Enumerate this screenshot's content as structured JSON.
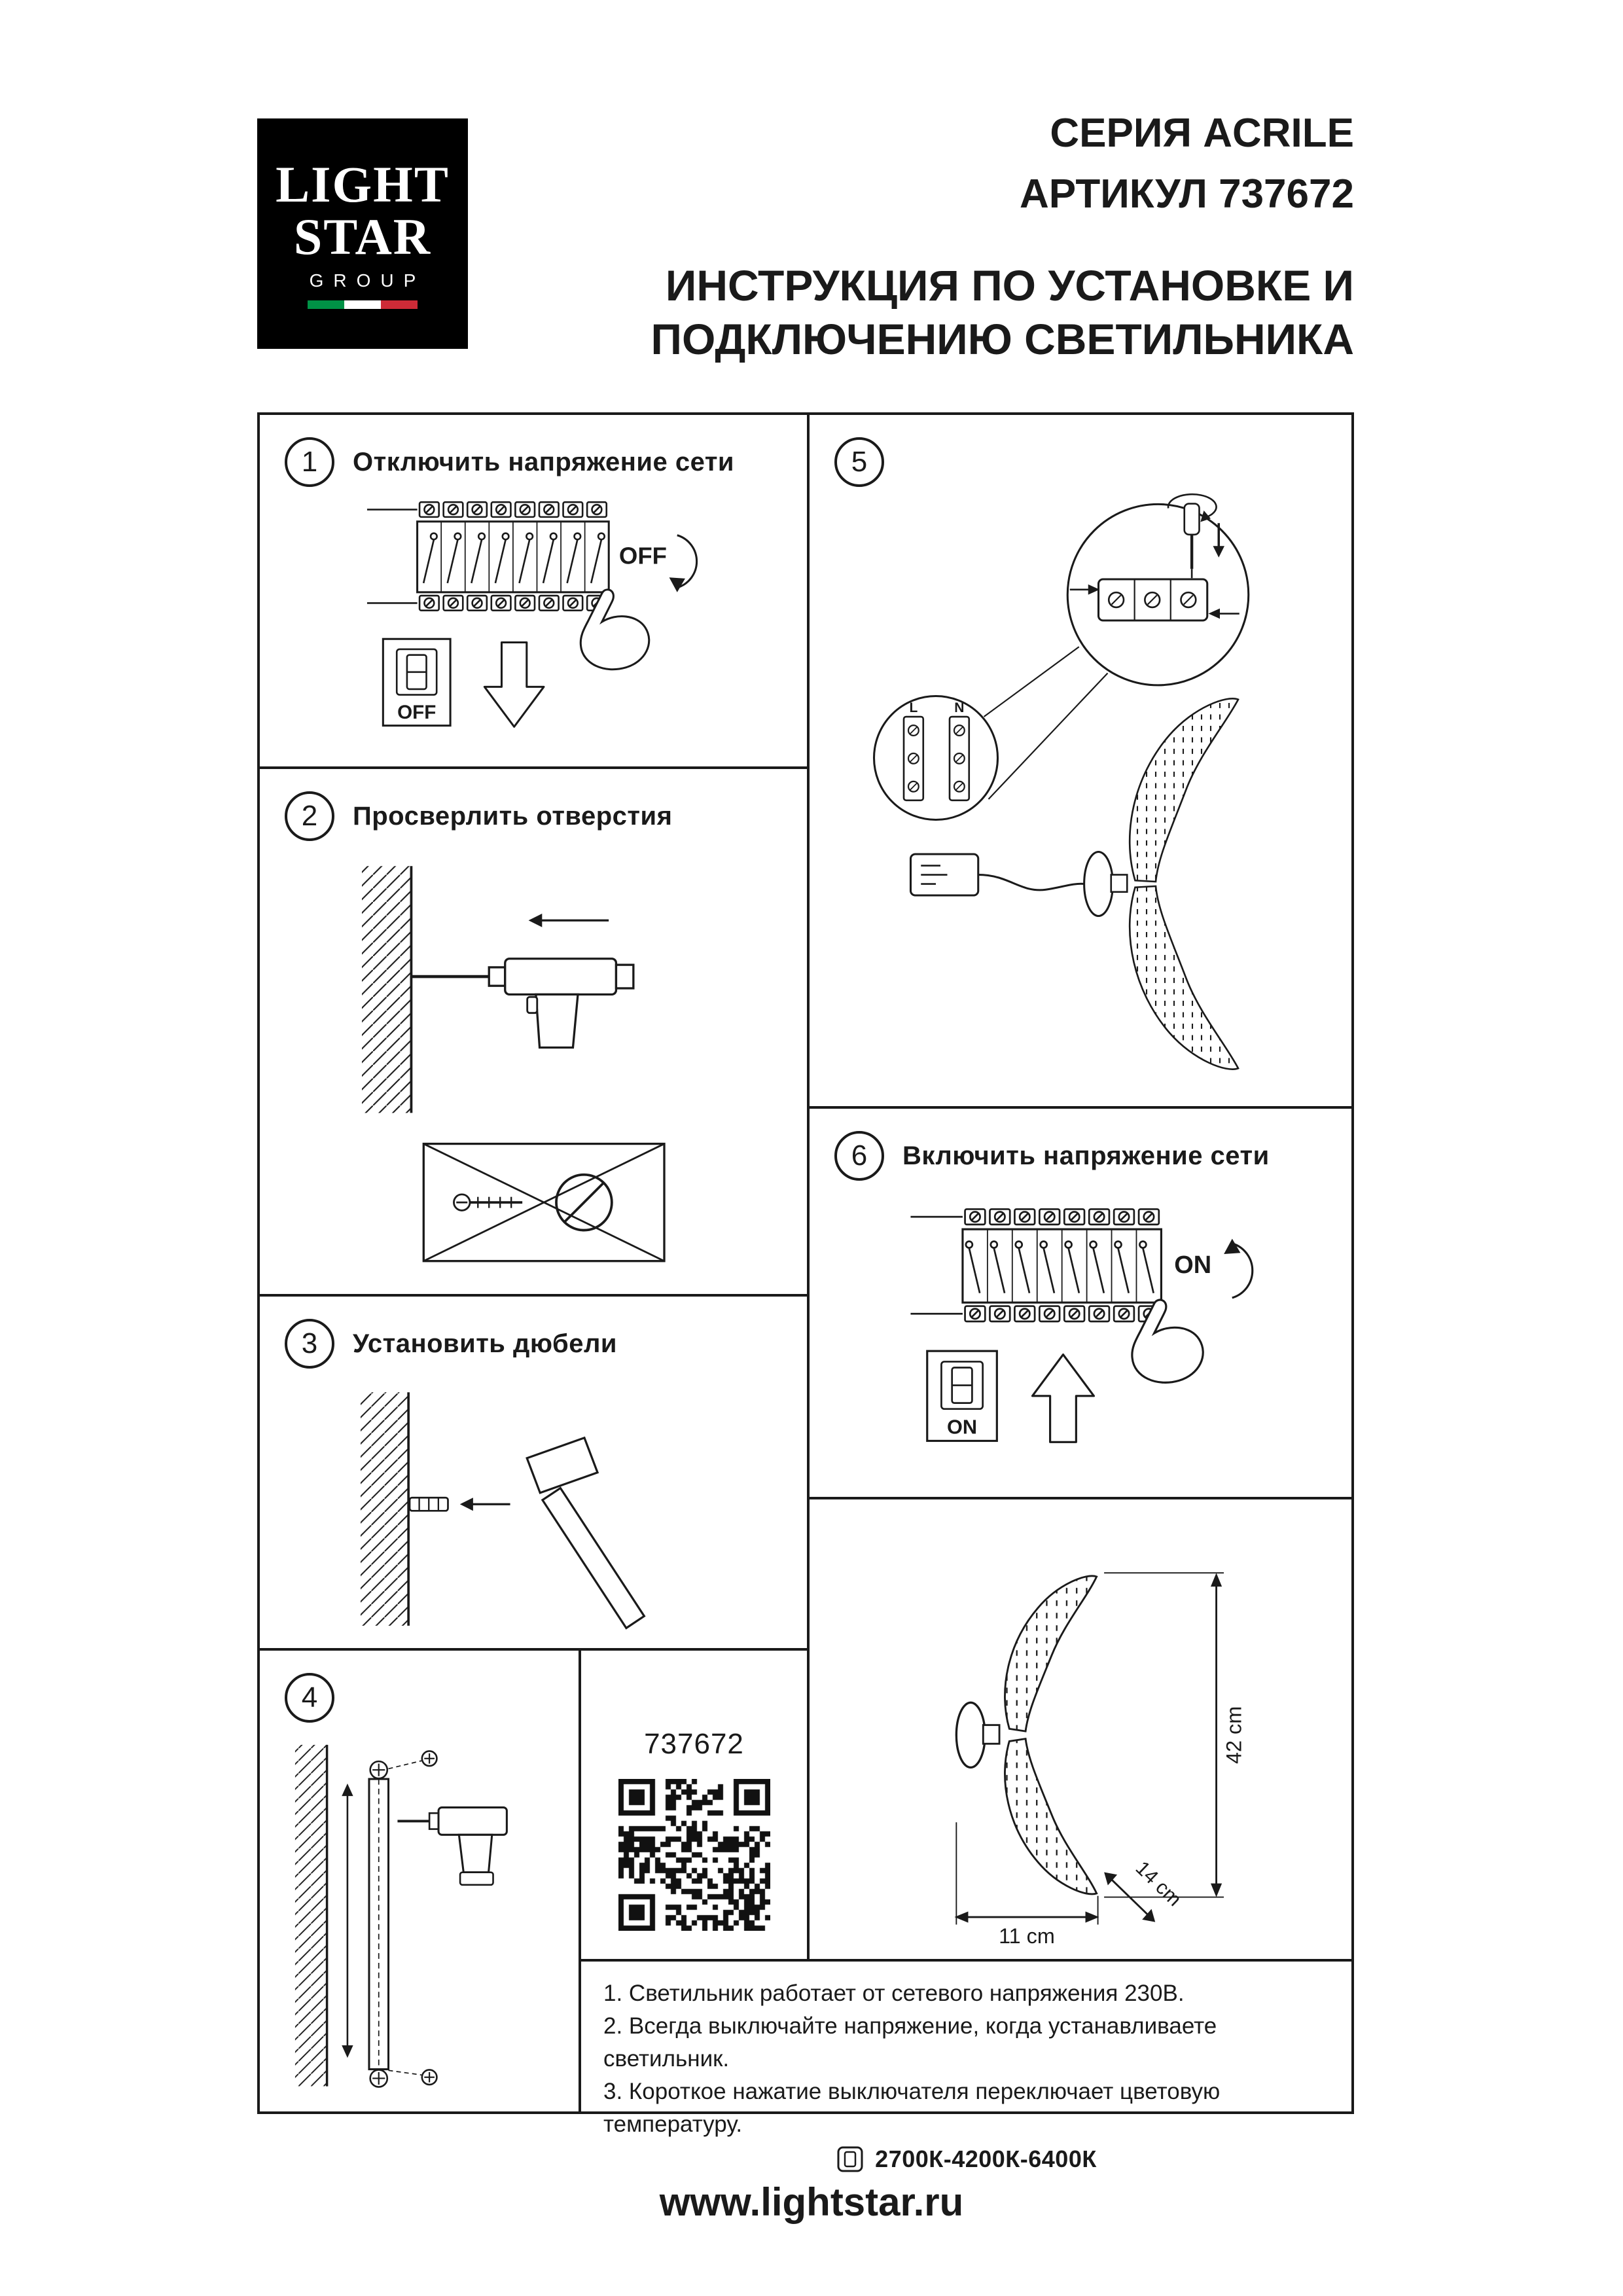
{
  "logo": {
    "line1": "LIGHT",
    "line2": "STAR",
    "line3": "GROUP",
    "flag_colors": [
      "#009246",
      "#ffffff",
      "#ce2b37"
    ]
  },
  "header": {
    "series": "СЕРИЯ ACRILE",
    "article": "АРТИКУЛ 737672",
    "title_line1": "ИНСТРУКЦИЯ ПО УСТАНОВКЕ И",
    "title_line2": "ПОДКЛЮЧЕНИЮ СВЕТИЛЬНИКА"
  },
  "steps": [
    {
      "number": "1",
      "label": "Отключить напряжение сети"
    },
    {
      "number": "2",
      "label": "Просверлить отверстия"
    },
    {
      "number": "3",
      "label": "Установить дюбели"
    },
    {
      "number": "4",
      "label": ""
    },
    {
      "number": "5",
      "label": ""
    },
    {
      "number": "6",
      "label": "Включить напряжение сети"
    }
  ],
  "labels": {
    "off": "OFF",
    "on": "ON"
  },
  "wiring": {
    "live": "L",
    "neutral": "N"
  },
  "qr": {
    "code_label": "737672"
  },
  "dimensions": {
    "height": "42 cm",
    "width": "11 cm",
    "depth": "14 cm"
  },
  "notes": {
    "items": [
      "1. Светильник работает от сетевого напряжения 230В.",
      "2. Всегда выключайте напряжение, когда устанавливаете светильник.",
      "3. Короткое нажатие выключателя переключает цветовую температуру."
    ],
    "color_temp": "2700К-4200К-6400К"
  },
  "footer": {
    "url": "www.lightstar.ru"
  }
}
